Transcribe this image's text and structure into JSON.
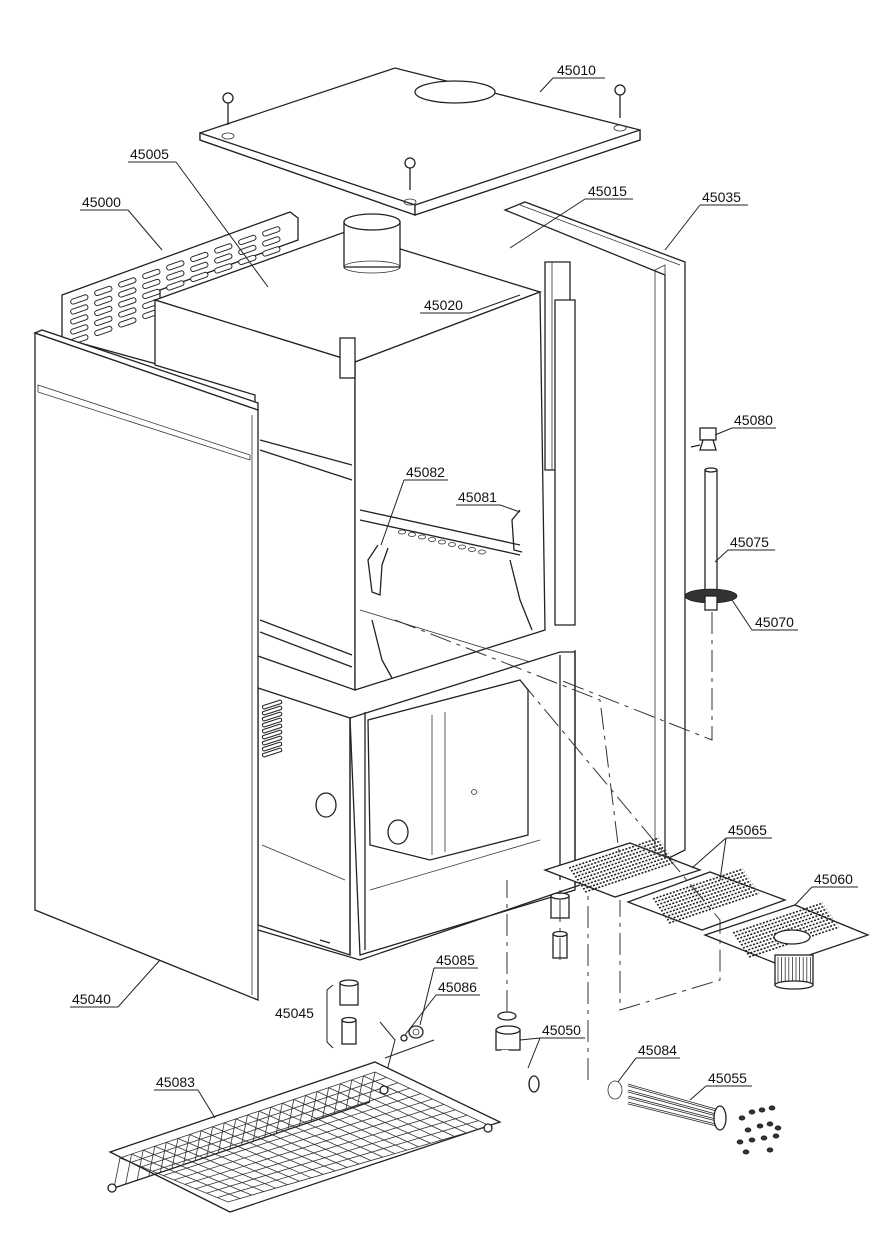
{
  "parts": {
    "p45000": "45000",
    "p45005": "45005",
    "p45010": "45010",
    "p45015": "45015",
    "p45020": "45020",
    "p45035": "45035",
    "p45040": "45040",
    "p45045": "45045",
    "p45050": "45050",
    "p45055": "45055",
    "p45060": "45060",
    "p45065": "45065",
    "p45070": "45070",
    "p45075": "45075",
    "p45080": "45080",
    "p45081": "45081",
    "p45082": "45082",
    "p45083": "45083",
    "p45084": "45084",
    "p45085": "45085",
    "p45086": "45086"
  }
}
